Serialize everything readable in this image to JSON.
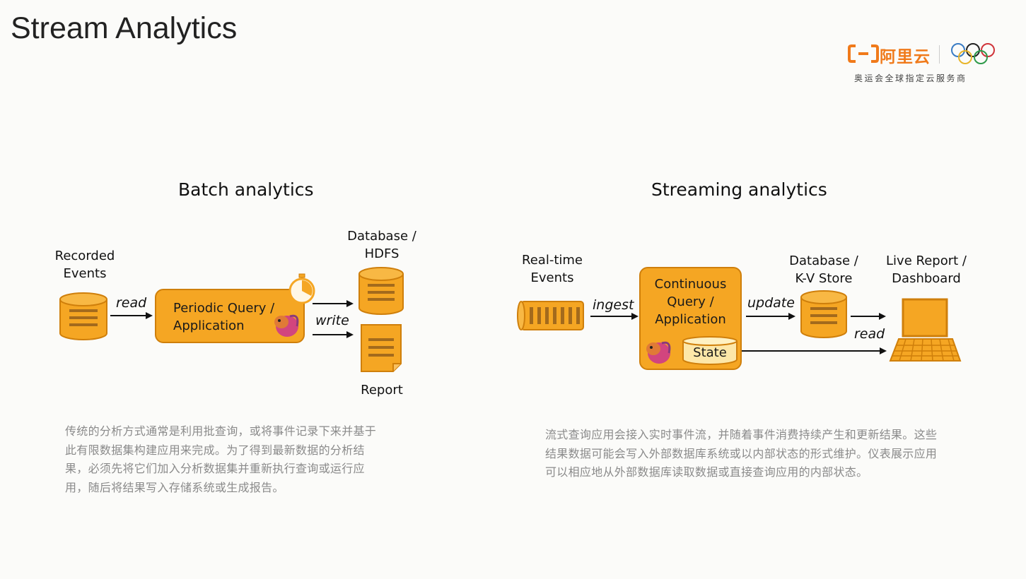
{
  "slide": {
    "title": "Stream Analytics"
  },
  "brand": {
    "name": "阿里云",
    "tagline": "奥运会全球指定云服务商"
  },
  "batch": {
    "title": "Batch analytics",
    "source_label": [
      "Recorded",
      "Events"
    ],
    "read_label": "read",
    "query_label": [
      "Periodic Query /",
      "Application"
    ],
    "write_label": "write",
    "db_label": [
      "Database /",
      "HDFS"
    ],
    "report_label": "Report",
    "description": "传统的分析方式通常是利用批查询，或将事件记录下来并基于此有限数据集构建应用来完成。为了得到最新数据的分析结果，必须先将它们加入分析数据集并重新执行查询或运行应用，随后将结果写入存储系统或生成报告。"
  },
  "streaming": {
    "title": "Streaming analytics",
    "source_label": [
      "Real-time",
      "Events"
    ],
    "ingest_label": "ingest",
    "query_label": [
      "Continuous",
      "Query /",
      "Application"
    ],
    "state_label": "State",
    "update_label": "update",
    "db_label": [
      "Database /",
      "K-V Store"
    ],
    "read_label": "read",
    "report_label": [
      "Live Report /",
      "Dashboard"
    ],
    "description": "流式查询应用会接入实时事件流，并随着事件消费持续产生和更新结果。这些结果数据可能会写入外部数据库系统或以内部状态的形式维护。仪表展示应用可以相应地从外部数据库读取数据或直接查询应用的内部状态。"
  },
  "colors": {
    "accent": "#f5a623",
    "accent_dark": "#cf7f0b",
    "brand": "#f07a1a"
  }
}
